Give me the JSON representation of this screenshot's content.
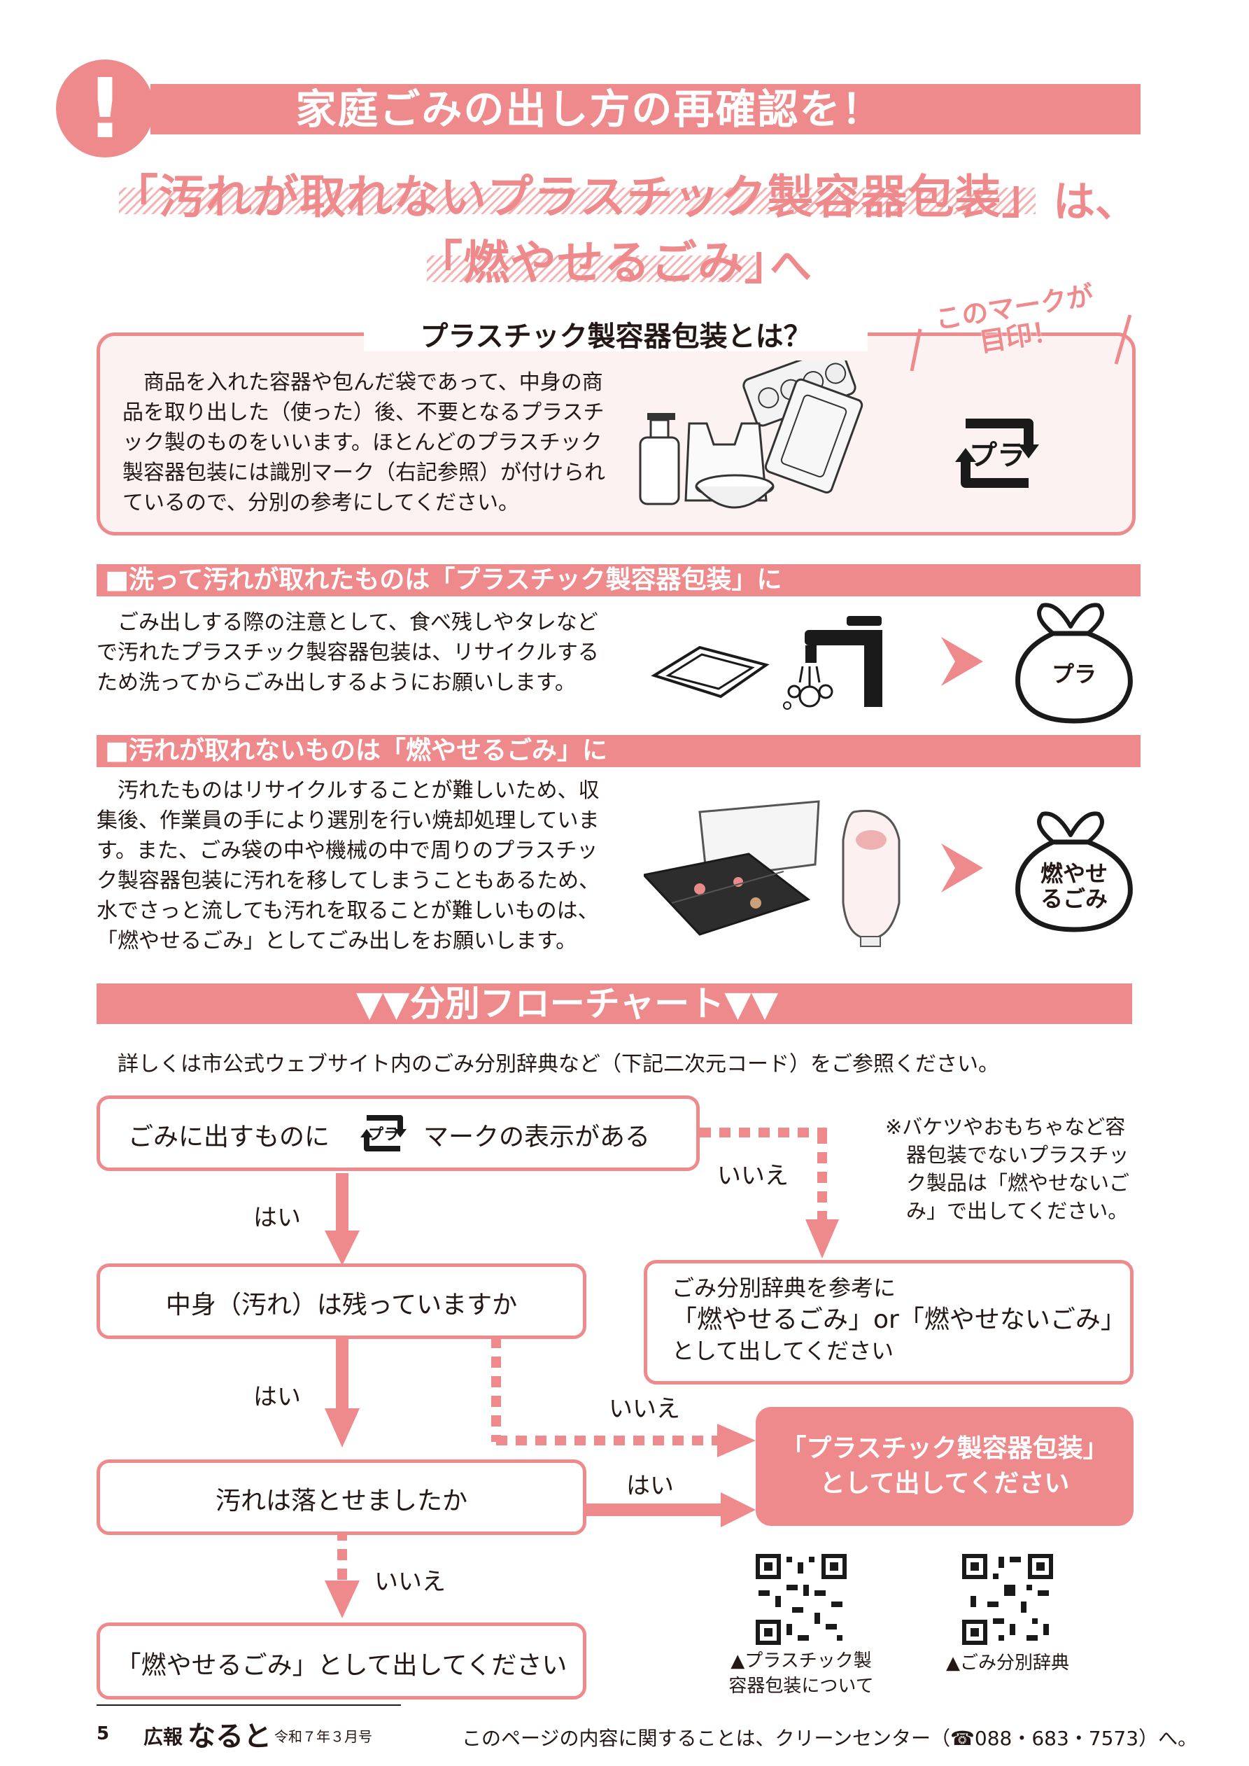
{
  "header": {
    "exclamation": "!",
    "title": "家庭ごみの出し方の再確認を！",
    "headline_line1_quote": "「汚れが取れないプラスチック製容器包装」",
    "headline_line1_suffix": "は、",
    "headline_line2_quote": "「燃やせるごみ」",
    "headline_line2_suffix": "へ"
  },
  "definition": {
    "title": "プラスチック製容器包装とは？",
    "text": "　商品を入れた容器や包んだ袋であって、中身の商品を取り出した（使った）後、不要となるプラスチック製のものをいいます。ほとんどのプラスチック製容器包装には識別マーク（右記参照）が付けられているので、分別の参考にしてください。",
    "mark_note_line1": "このマークが",
    "mark_note_line2": "目印！",
    "mark_label": "プラ"
  },
  "section_washed": {
    "heading": "■洗って汚れが取れたものは「プラスチック製容器包装」に",
    "text": "　ごみ出しする際の注意として、食べ残しやタレなどで汚れたプラスチック製容器包装は、リサイクルするため洗ってからごみ出しするようにお願いします。",
    "bag_label": "プラ"
  },
  "section_dirty": {
    "heading": "■汚れが取れないものは「燃やせるごみ」に",
    "text": "　汚れたものはリサイクルすることが難しいため、収集後、作業員の手により選別を行い焼却処理しています。また、ごみ袋の中や機械の中で周りのプラスチック製容器包装に汚れを移してしまうこともあるため、水でさっと流しても汚れを取ることが難しいものは、「燃やせるごみ」としてごみ出しをお願いします。",
    "bag_label_line1": "燃やせ",
    "bag_label_line2": "るごみ"
  },
  "flowchart": {
    "heading": "▼▼分別フローチャート▼▼",
    "intro": "　詳しくは市公式ウェブサイト内のごみ分別辞典など（下記二次元コード）をご参照ください。",
    "q1_prefix": "ごみに出すものに",
    "q1_suffix": "マークの表示がある",
    "q1_mark": "プラ",
    "q2": "中身（汚れ）は残っていますか",
    "q3": "汚れは落とせましたか",
    "result_burnable": "「燃やせるごみ」として出してください",
    "result_dictionary_line1": "ごみ分別辞典を参考に",
    "result_dictionary_line2": "「燃やせるごみ」or「燃やせないごみ」",
    "result_dictionary_line3": "として出してください",
    "result_plastic_line1": "「プラスチック製容器包装」",
    "result_plastic_line2": "として出してください",
    "note_line1": "※バケツやおもちゃなど容",
    "note_line2": "器包装でないプラスチッ",
    "note_line3": "ク製品は「燃やせないご",
    "note_line4": "み」で出してください。",
    "yes": "はい",
    "no": "いいえ"
  },
  "qr_codes": {
    "qr1_caption_line1": "▲プラスチック製",
    "qr1_caption_line2": "容器包装について",
    "qr2_caption": "▲ごみ分別辞典"
  },
  "footer": {
    "page_number": "5",
    "publication_prefix": "広報",
    "publication_name": "なると",
    "issue": "令和７年３月号",
    "contact": "このページの内容に関することは、クリーンセンター（☎088・683・7573）へ。"
  },
  "colors": {
    "accent": "#ee8a8c",
    "text": "#231815",
    "box_fill": "#fdf2f2"
  }
}
